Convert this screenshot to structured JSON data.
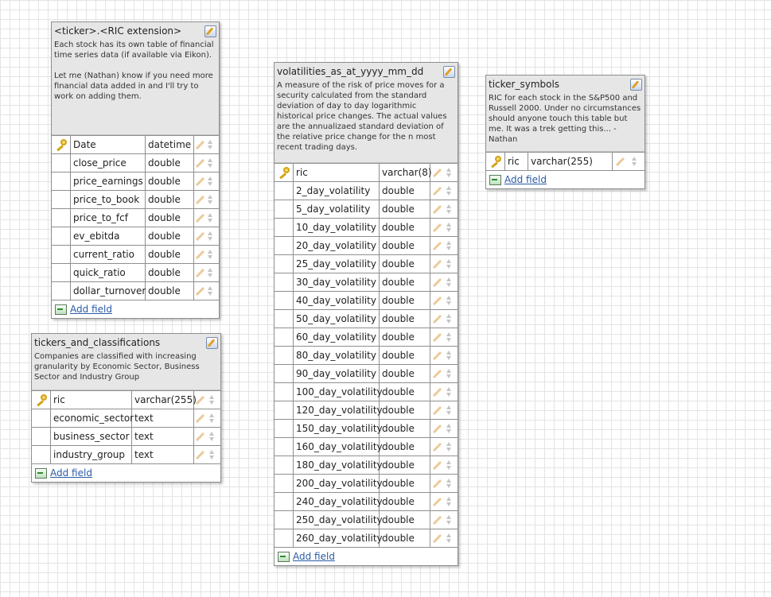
{
  "tables": {
    "ticker_ric": {
      "title": "<ticker>.<RIC extension>",
      "description": "Each stock has its own table of financial time series data (if available via Eikon).\n\nLet me (Nathan) know if you need more financial data added in and I'll try to work on adding them.",
      "add_field": "Add field",
      "fields": [
        {
          "name": "Date",
          "type": "datetime",
          "key": true
        },
        {
          "name": "close_price",
          "type": "double",
          "key": false
        },
        {
          "name": "price_earnings",
          "type": "double",
          "key": false
        },
        {
          "name": "price_to_book",
          "type": "double",
          "key": false
        },
        {
          "name": "price_to_fcf",
          "type": "double",
          "key": false
        },
        {
          "name": "ev_ebitda",
          "type": "double",
          "key": false
        },
        {
          "name": "current_ratio",
          "type": "double",
          "key": false
        },
        {
          "name": "quick_ratio",
          "type": "double",
          "key": false
        },
        {
          "name": "dollar_turnover",
          "type": "double",
          "key": false
        }
      ]
    },
    "tickers_and_classifications": {
      "title": "tickers_and_classifications",
      "description": "Companies are classified with increasing granularity by Economic Sector, Business Sector and Industry Group",
      "add_field": "Add field",
      "fields": [
        {
          "name": "ric",
          "type": "varchar(255)",
          "key": true
        },
        {
          "name": "economic_sector",
          "type": "text",
          "key": false
        },
        {
          "name": "business_sector",
          "type": "text",
          "key": false
        },
        {
          "name": "industry_group",
          "type": "text",
          "key": false
        }
      ]
    },
    "volatilities": {
      "title": "volatilities_as_at_yyyy_mm_dd",
      "description": "A measure of the risk of price moves for a security calculated from the standard deviation of day to day logarithmic historical price changes. The actual values are the annualizaed standard deviation of the relative price change for the n most recent trading days.",
      "add_field": "Add field",
      "fields": [
        {
          "name": "ric",
          "type": "varchar(8)",
          "key": true
        },
        {
          "name": "2_day_volatility",
          "type": "double",
          "key": false
        },
        {
          "name": "5_day_volatility",
          "type": "double",
          "key": false
        },
        {
          "name": "10_day_volatility",
          "type": "double",
          "key": false
        },
        {
          "name": "20_day_volatility",
          "type": "double",
          "key": false
        },
        {
          "name": "25_day_volatility",
          "type": "double",
          "key": false
        },
        {
          "name": "30_day_volatility",
          "type": "double",
          "key": false
        },
        {
          "name": "40_day_volatility",
          "type": "double",
          "key": false
        },
        {
          "name": "50_day_volatility",
          "type": "double",
          "key": false
        },
        {
          "name": "60_day_volatility",
          "type": "double",
          "key": false
        },
        {
          "name": "80_day_volatility",
          "type": "double",
          "key": false
        },
        {
          "name": "90_day_volatility",
          "type": "double",
          "key": false
        },
        {
          "name": "100_day_volatility",
          "type": "double",
          "key": false
        },
        {
          "name": "120_day_volatility",
          "type": "double",
          "key": false
        },
        {
          "name": "150_day_volatility",
          "type": "double",
          "key": false
        },
        {
          "name": "160_day_volatility",
          "type": "double",
          "key": false
        },
        {
          "name": "180_day_volatility",
          "type": "double",
          "key": false
        },
        {
          "name": "200_day_volatility",
          "type": "double",
          "key": false
        },
        {
          "name": "240_day_volatility",
          "type": "double",
          "key": false
        },
        {
          "name": "250_day_volatility",
          "type": "double",
          "key": false
        },
        {
          "name": "260_day_volatility",
          "type": "double",
          "key": false
        }
      ]
    },
    "ticker_symbols": {
      "title": "ticker_symbols",
      "description": "RIC for each stock in the S&P500 and Russell 2000. Under no circumstances should anyone touch this table but me. It was a trek getting this... - Nathan",
      "add_field": "Add field",
      "fields": [
        {
          "name": "ric",
          "type": "varchar(255)",
          "key": true
        }
      ]
    }
  }
}
